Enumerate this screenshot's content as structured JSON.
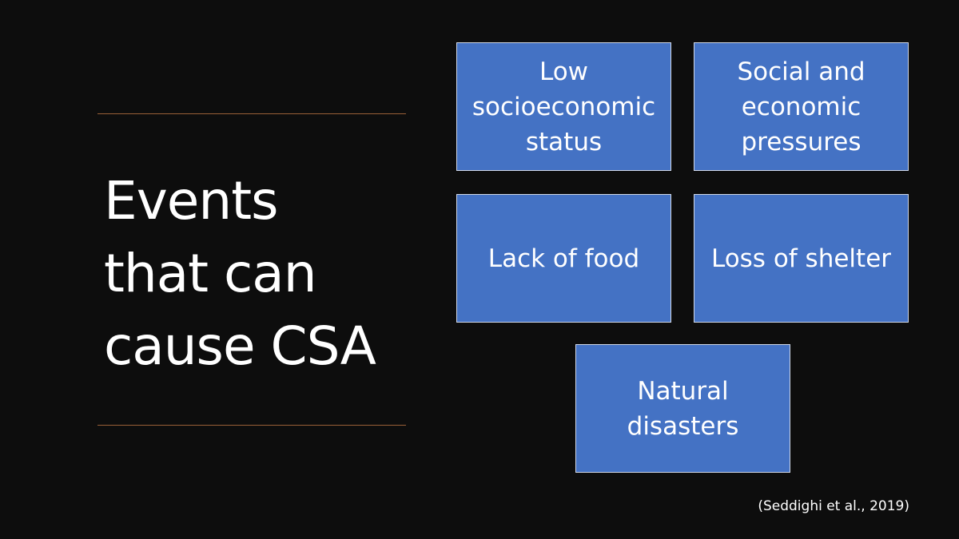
{
  "slide": {
    "title_lines": [
      "Events",
      "that can",
      "cause CSA"
    ],
    "boxes": [
      "Low socioeconomic status",
      "Social and economic pressures",
      "Lack of food",
      "Loss of shelter",
      "Natural disasters"
    ],
    "citation": "(Seddighi et al., 2019)"
  },
  "colors": {
    "background": "#0d0d0d",
    "box": "#4472c4",
    "rule": "#9a5f38"
  }
}
